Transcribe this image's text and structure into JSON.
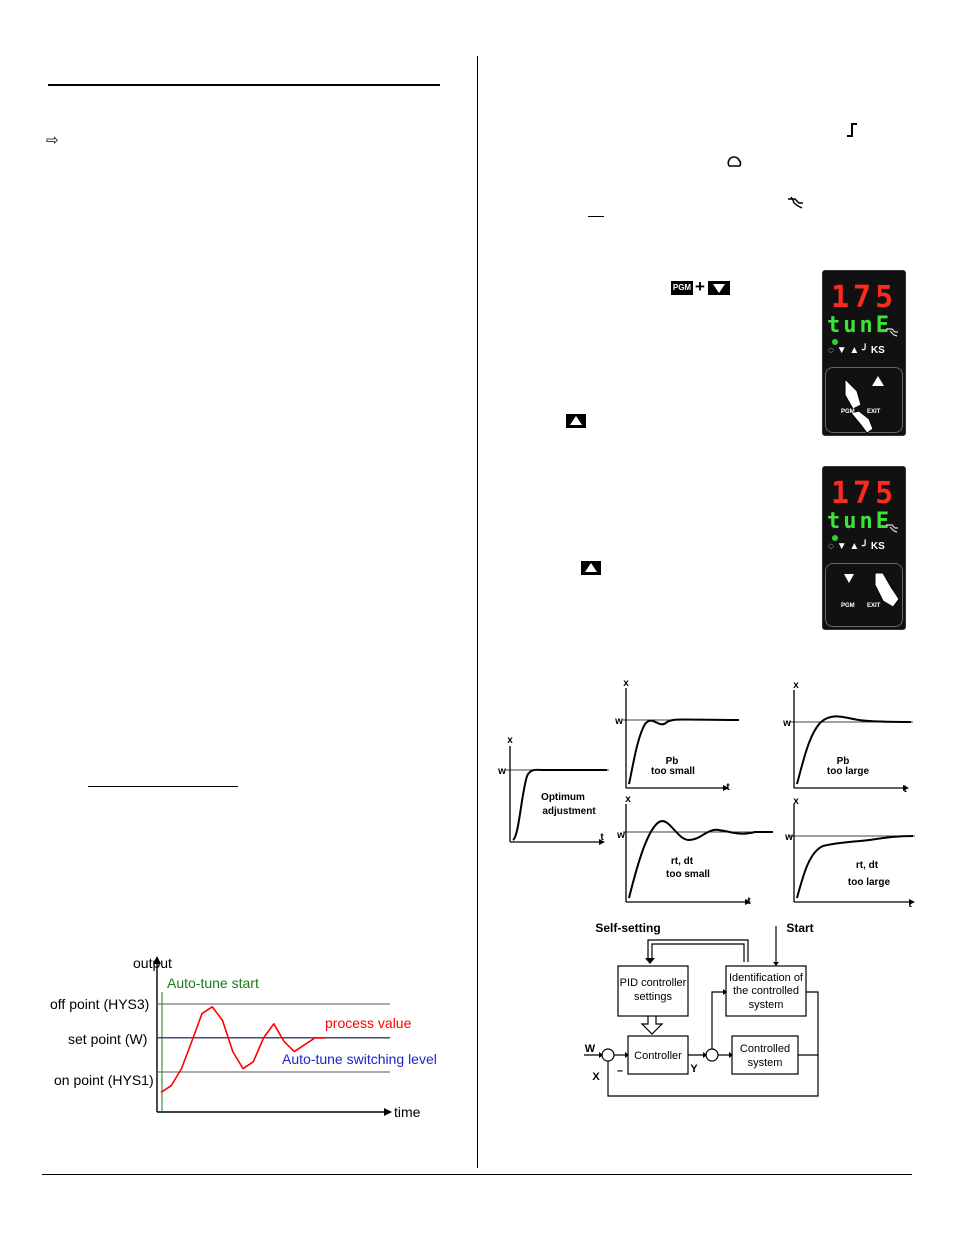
{
  "page": {
    "arrow_glyph": "⇨",
    "key_pgm": "PGM",
    "key_plus": "+"
  },
  "device": {
    "display_top": "175",
    "display_bottom": "tunE",
    "indicators": "▼ ▲ ╯ KS",
    "btn_pgm": "PGM",
    "btn_exit": "EXIT"
  },
  "response_curves": {
    "axis_x": "x",
    "axis_w": "w",
    "axis_t": "t",
    "optimum_line1": "Optimum",
    "optimum_line2": "adjustment",
    "pb_small_line1": "Pb",
    "pb_small_line2": "too small",
    "pb_large_line1": "Pb",
    "pb_large_line2": "too large",
    "rtdt_small_line1": "rt, dt",
    "rtdt_small_line2": "too small",
    "rtdt_large_line1": "rt, dt",
    "rtdt_large_line2": "too large"
  },
  "block_diagram": {
    "self_setting": "Self-setting",
    "start": "Start",
    "pid_settings_line1": "PID controller",
    "pid_settings_line2": "settings",
    "identification_line1": "Identification of",
    "identification_line2": "the controlled",
    "identification_line3": "system",
    "controller": "Controller",
    "controlled_line1": "Controlled",
    "controlled_line2": "system",
    "w": "W",
    "x": "X",
    "y": "Y",
    "minus": "–"
  },
  "autotune_chart": {
    "ylabel": "output",
    "xlabel": "time",
    "start_label": "Auto-tune start",
    "off_point": "off point (HYS3)",
    "set_point": "set point (W)",
    "on_point": "on point (HYS1)",
    "process_value": "process value",
    "switching_level": "Auto-tune switching level",
    "colors": {
      "start": "#1a7a1a",
      "process": "#ff0000",
      "switching": "#2222cc"
    }
  },
  "chart_data": {
    "type": "line",
    "title": "",
    "xlabel": "time",
    "ylabel": "output",
    "levels": [
      {
        "name": "off point (HYS3)",
        "value": 3
      },
      {
        "name": "set point (W)",
        "value": 2
      },
      {
        "name": "on point (HYS1)",
        "value": 1
      }
    ],
    "series": [
      {
        "name": "process value",
        "values": [
          0.4,
          0.6,
          1.1,
          1.9,
          2.6,
          2.8,
          2.4,
          1.6,
          1.1,
          1.3,
          2.0,
          2.3,
          1.9,
          1.6,
          1.8,
          2.0,
          2.0
        ]
      }
    ],
    "switching_level": 1.6
  }
}
